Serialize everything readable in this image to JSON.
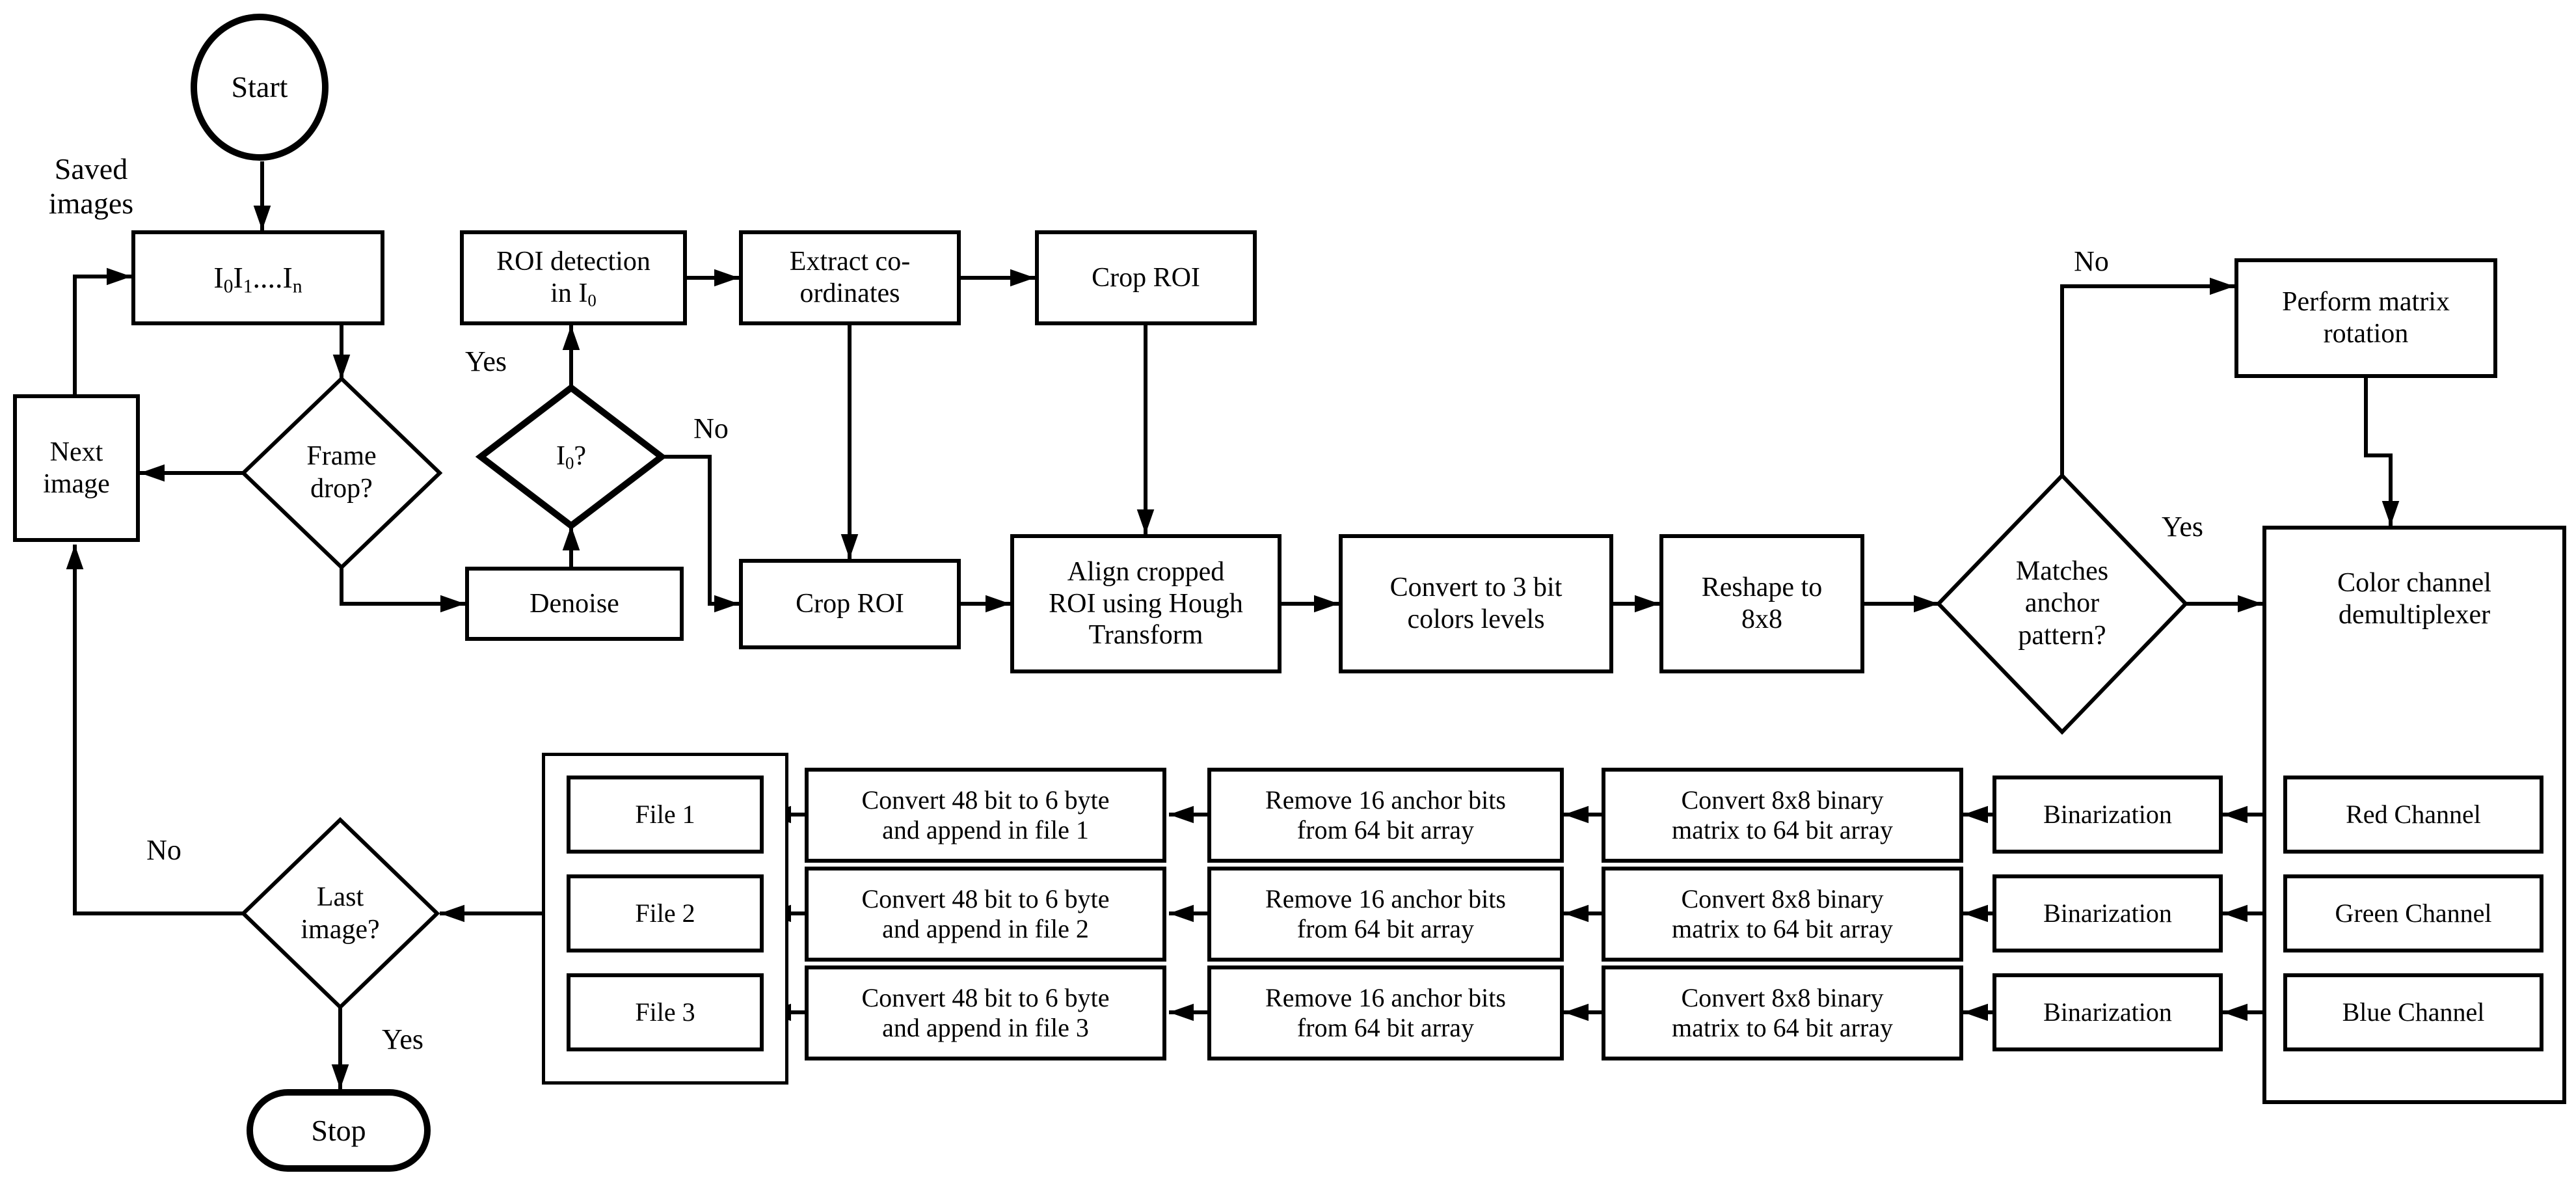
{
  "flowchart": {
    "background": "#ffffff",
    "line_color": "#000000",
    "annotation_saved_images": "Saved\nimages",
    "nodes": {
      "start": "Start",
      "images": {
        "p1": "I",
        "sub1": "0",
        "p2": "I",
        "sub2": "1",
        "p3": "....I",
        "sub3": "n"
      },
      "roi_detection": {
        "line1": "ROI detection",
        "line2": "in I",
        "line2_sub": "0"
      },
      "extract": "Extract co-\nordinates",
      "crop_roi_top": "Crop ROI",
      "next_image": "Next\nimage",
      "frame_drop": "Frame\ndrop?",
      "i0": {
        "p1": "I",
        "sub1": "0",
        "p2": "?"
      },
      "denoise": "Denoise",
      "crop_roi_mid": "Crop ROI",
      "align": "Align cropped\nROI using Hough\nTransform",
      "convert_3bit": "Convert to 3 bit\ncolors levels",
      "reshape": "Reshape to\n8x8",
      "matches": "Matches\nanchor\npattern?",
      "perform_rotation": "Perform matrix\nrotation",
      "demux_label": "Color channel\ndemultiplexer",
      "red_channel": "Red Channel",
      "green_channel": "Green Channel",
      "blue_channel": "Blue Channel",
      "binarization": "Binarization",
      "convert_8x8": "Convert 8x8 binary\nmatrix to 64 bit array",
      "remove_16": "Remove 16 anchor bits\nfrom 64 bit array",
      "convert_48_file1": "Convert 48 bit to 6 byte\nand append in file 1",
      "convert_48_file2": "Convert 48 bit to 6 byte\nand append in file 2",
      "convert_48_file3": "Convert 48 bit to 6 byte\nand append in file 3",
      "file1": "File 1",
      "file2": "File 2",
      "file3": "File 3",
      "last_image": "Last\nimage?",
      "stop": "Stop"
    },
    "edge_labels": {
      "i0_yes": "Yes",
      "i0_no": "No",
      "matches_no": "No",
      "matches_yes": "Yes",
      "last_no": "No",
      "last_yes": "Yes"
    }
  }
}
